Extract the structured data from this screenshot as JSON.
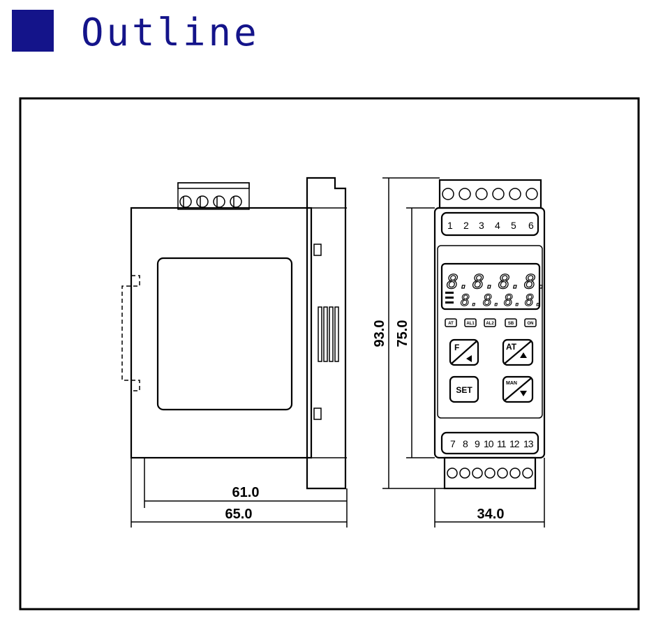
{
  "header": {
    "title": "Outline",
    "accent_color": "#14148a"
  },
  "drawing": {
    "dimensions": {
      "depth_inner": "61.0",
      "depth_outer": "65.0",
      "height_outer": "93.0",
      "height_inner": "75.0",
      "width": "34.0"
    },
    "top_terminals": [
      "1",
      "2",
      "3",
      "4",
      "5",
      "6"
    ],
    "bottom_terminals": [
      "7",
      "8",
      "9",
      "10",
      "11",
      "12",
      "13"
    ],
    "display_digits": "8.",
    "indicators": [
      "AT",
      "AL1",
      "AL2",
      "SB",
      "ON"
    ],
    "buttons": {
      "f": "F",
      "at": "AT",
      "set": "SET",
      "man": "MAN"
    }
  }
}
